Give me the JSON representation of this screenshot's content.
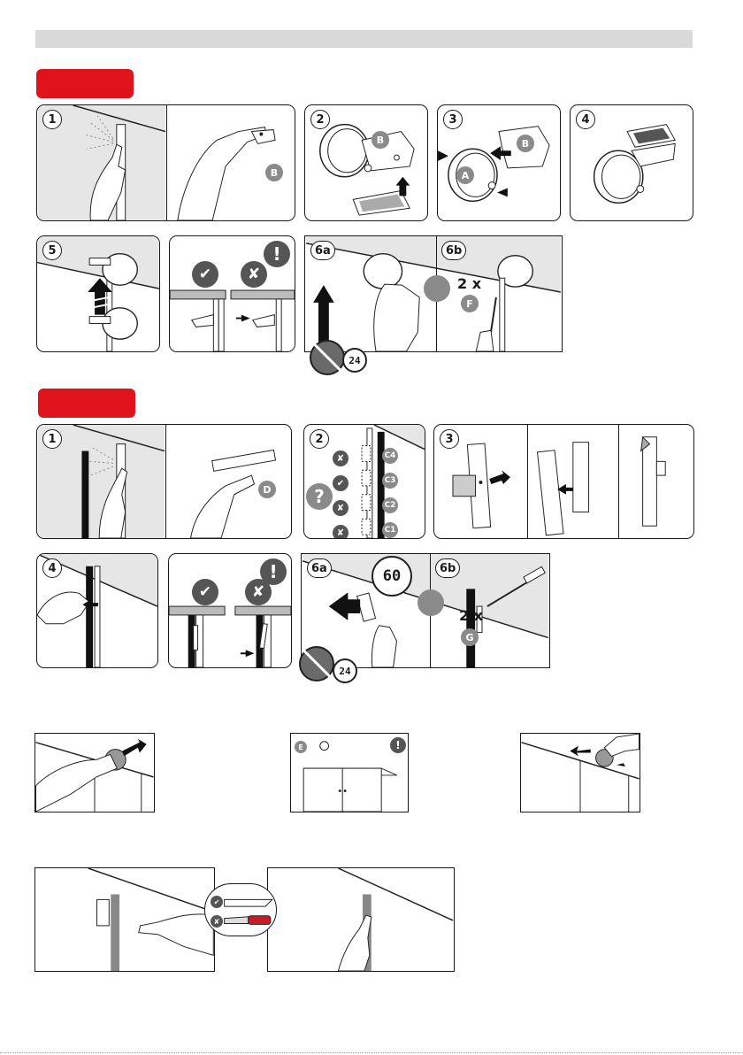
{
  "steps": {
    "s1": "1",
    "s2": "2",
    "s3": "3",
    "s4": "4",
    "s5": "5",
    "s6a": "6a",
    "s6b": "6b"
  },
  "parts": {
    "A": "A",
    "B": "B",
    "D": "D",
    "E": "E",
    "F": "F",
    "G": "G"
  },
  "screw_count": "2 x",
  "warn_symbol": "!",
  "question_symbol": "?",
  "check_symbol": "✔",
  "cross_symbol": "✘",
  "timers": {
    "short": "24",
    "long": "60"
  },
  "positions": [
    "C4",
    "C3",
    "C2",
    "C1"
  ],
  "position_marks": [
    "✘",
    "✔",
    "✘",
    "✘"
  ],
  "colors": {
    "accent_red": "#e0121c",
    "badge_gray": "#8a8a8a",
    "bar_gray": "#d9d9d9"
  }
}
